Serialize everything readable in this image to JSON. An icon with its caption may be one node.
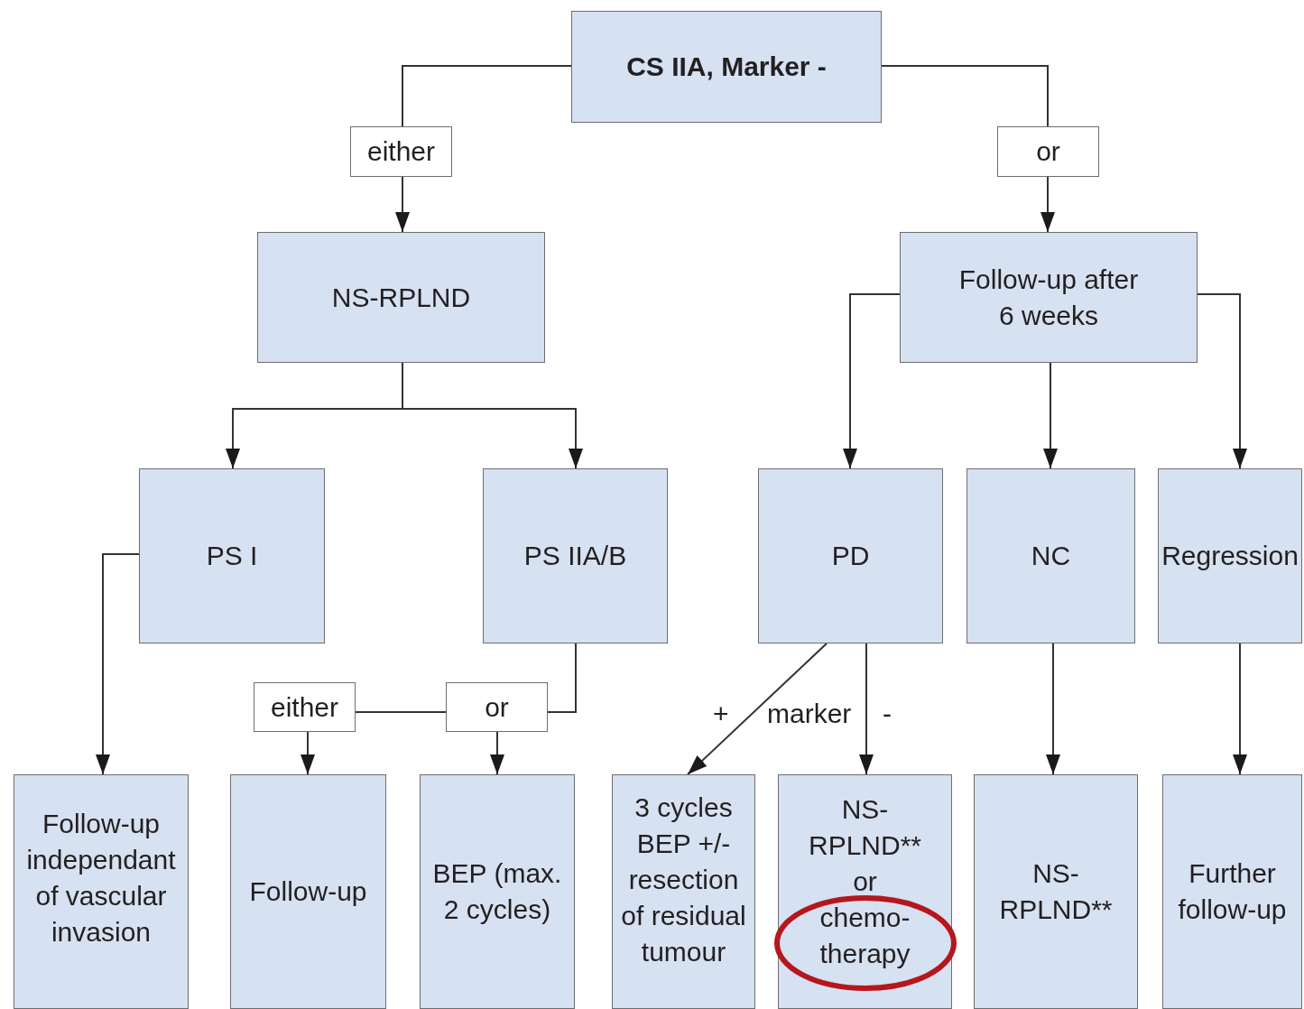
{
  "diagram": {
    "nodes": [
      {
        "text": [
          "CS IIA, Marker -"
        ]
      },
      {
        "text": [
          "either"
        ]
      },
      {
        "text": [
          "or"
        ]
      },
      {
        "text": [
          "NS-RPLND"
        ]
      },
      {
        "text": [
          "Follow-up after 6 weeks"
        ]
      },
      {
        "text": [
          "PS I"
        ]
      },
      {
        "text": [
          "PS IIA/B"
        ]
      },
      {
        "text": [
          "PD"
        ]
      },
      {
        "text": [
          "NC"
        ]
      },
      {
        "text": [
          "Regression"
        ]
      },
      {
        "text": [
          "either"
        ]
      },
      {
        "text": [
          "or"
        ]
      },
      {
        "text": [
          "Follow-up independant of vascular invasion"
        ]
      },
      {
        "text": [
          "Follow-up"
        ]
      },
      {
        "text": [
          "BEP (max. 2 cycles)"
        ]
      },
      {
        "text": [
          "3 cycles BEP +/- resection of residual tumour"
        ]
      },
      {
        "text": [
          "NS-RPLND** or chemo-therapy"
        ]
      },
      {
        "text": [
          "NS-RPLND**"
        ]
      },
      {
        "text": [
          "Further follow-up"
        ]
      }
    ],
    "edges": [
      {
        "from": 0,
        "to": 1,
        "arrow": "none"
      },
      {
        "from": 1,
        "to": 3,
        "arrow": "to"
      },
      {
        "from": 0,
        "to": 2,
        "arrow": "none"
      },
      {
        "from": 2,
        "to": 4,
        "arrow": "to"
      },
      {
        "from": 3,
        "to": 5,
        "arrow": "to"
      },
      {
        "from": 3,
        "to": 6,
        "arrow": "to"
      },
      {
        "from": 4,
        "to": 7,
        "arrow": "to"
      },
      {
        "from": 4,
        "to": 8,
        "arrow": "to"
      },
      {
        "from": 4,
        "to": 9,
        "arrow": "to"
      },
      {
        "from": 5,
        "to": 12,
        "arrow": "to"
      },
      {
        "from": 6,
        "to": 11,
        "arrow": "none"
      },
      {
        "from": 11,
        "to": 10,
        "arrow": "none"
      },
      {
        "from": 10,
        "to": 13,
        "arrow": "to"
      },
      {
        "from": 11,
        "to": 14,
        "arrow": "to"
      },
      {
        "from": 7,
        "to": 15,
        "arrow": "to",
        "label": "+"
      },
      {
        "from": 7,
        "to": 16,
        "arrow": "to",
        "label": "-"
      },
      {
        "from": 8,
        "to": 17,
        "arrow": "to"
      },
      {
        "from": 9,
        "to": 18,
        "arrow": "to"
      }
    ],
    "labels": [
      "marker"
    ]
  }
}
